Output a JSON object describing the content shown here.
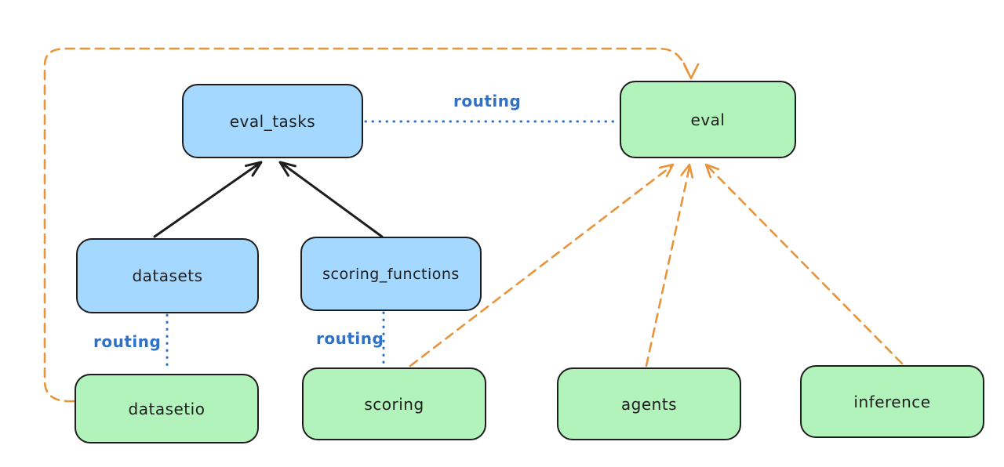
{
  "colors": {
    "background": "#ffffff",
    "node_border": "#1e1e1e",
    "blue_node_fill": "#a5d8ff",
    "green_node_fill": "#b2f2bb",
    "text": "#1e1e1e",
    "routing_blue": "#2e71c6",
    "orange_dashed": "#e8943a",
    "black_arrow": "#1e1e1e"
  },
  "nodes": [
    {
      "id": "eval_tasks",
      "label": "eval_tasks",
      "color": "blue"
    },
    {
      "id": "eval",
      "label": "eval",
      "color": "green"
    },
    {
      "id": "datasets",
      "label": "datasets",
      "color": "blue"
    },
    {
      "id": "scoring_functions",
      "label": "scoring_functions",
      "color": "blue"
    },
    {
      "id": "datasetio",
      "label": "datasetio",
      "color": "green"
    },
    {
      "id": "scoring",
      "label": "scoring",
      "color": "green"
    },
    {
      "id": "agents",
      "label": "agents",
      "color": "green"
    },
    {
      "id": "inference",
      "label": "inference",
      "color": "green"
    }
  ],
  "edges": [
    {
      "from": "datasets",
      "to": "eval_tasks",
      "style": "solid-black-arrow",
      "label": ""
    },
    {
      "from": "scoring_functions",
      "to": "eval_tasks",
      "style": "solid-black-arrow",
      "label": ""
    },
    {
      "from": "eval_tasks",
      "to": "eval",
      "style": "dotted-blue",
      "label": "routing"
    },
    {
      "from": "datasets",
      "to": "datasetio",
      "style": "dotted-blue",
      "label": "routing"
    },
    {
      "from": "scoring_functions",
      "to": "scoring",
      "style": "dotted-blue",
      "label": "routing"
    },
    {
      "from": "datasetio",
      "to": "eval",
      "style": "dashed-orange-arrow",
      "label": ""
    },
    {
      "from": "scoring",
      "to": "eval",
      "style": "dashed-orange-arrow",
      "label": ""
    },
    {
      "from": "agents",
      "to": "eval",
      "style": "dashed-orange-arrow",
      "label": ""
    },
    {
      "from": "inference",
      "to": "eval",
      "style": "dashed-orange-arrow",
      "label": ""
    }
  ]
}
